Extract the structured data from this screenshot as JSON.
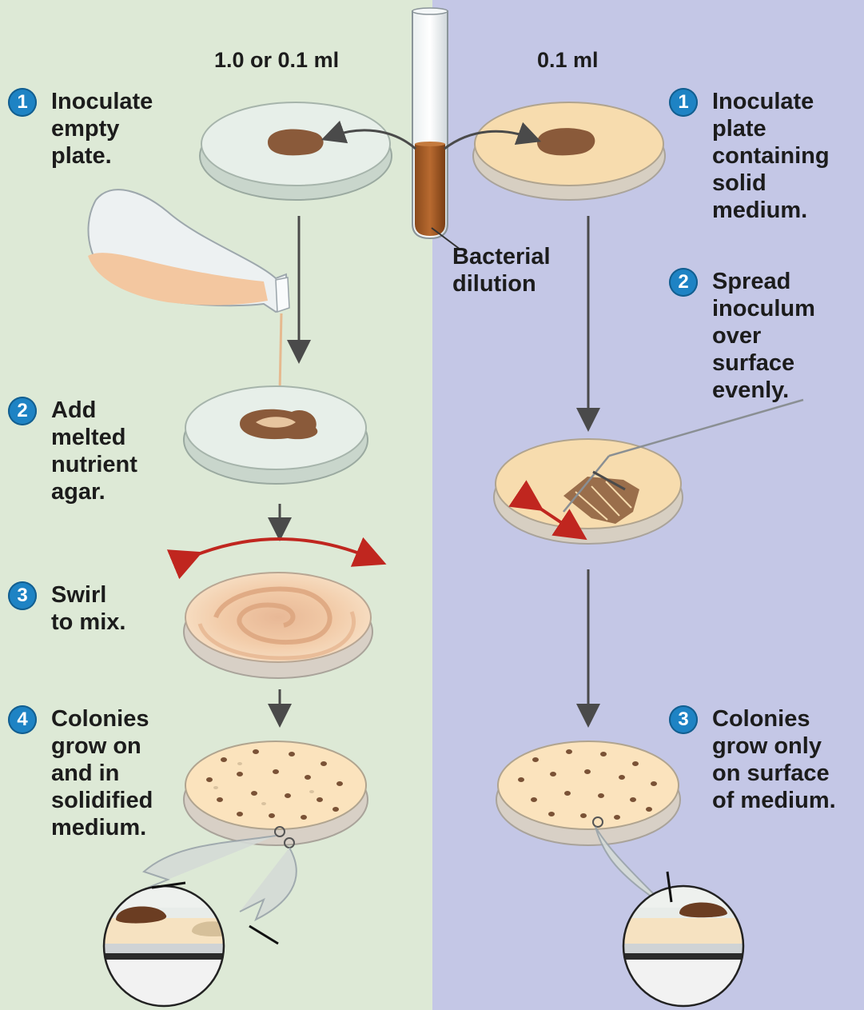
{
  "left_method": {
    "volume": "1.0 or 0.1 ml",
    "steps": [
      {
        "num": "1",
        "text": "Inoculate\nempty\nplate."
      },
      {
        "num": "2",
        "text": "Add\nmelted\nnutrient\nagar."
      },
      {
        "num": "3",
        "text": "Swirl\nto mix."
      },
      {
        "num": "4",
        "text": "Colonies\ngrow on\nand in\nsolidified\nmedium."
      }
    ]
  },
  "right_method": {
    "volume": "0.1 ml",
    "steps": [
      {
        "num": "1",
        "text": "Inoculate\nplate\ncontaining\nsolid\nmedium."
      },
      {
        "num": "2",
        "text": "Spread\ninoculum\nover\nsurface\nevenly."
      },
      {
        "num": "3",
        "text": "Colonies\ngrow only\non surface\nof medium."
      }
    ]
  },
  "tube_label": "Bacterial\ndilution",
  "colors": {
    "left_bg": "#dde9d6",
    "right_bg": "#c4c7e6",
    "number_badge": "#1e83c4",
    "agar": "#f7dcae",
    "inoculum": "#8a5a3a",
    "swirl_arrow": "#c0261f",
    "arrow": "#4a4a4a"
  },
  "icons": [
    "test-tube-icon",
    "flask-icon",
    "petri-dish-icon",
    "spreader-icon",
    "magnifier-icon"
  ]
}
